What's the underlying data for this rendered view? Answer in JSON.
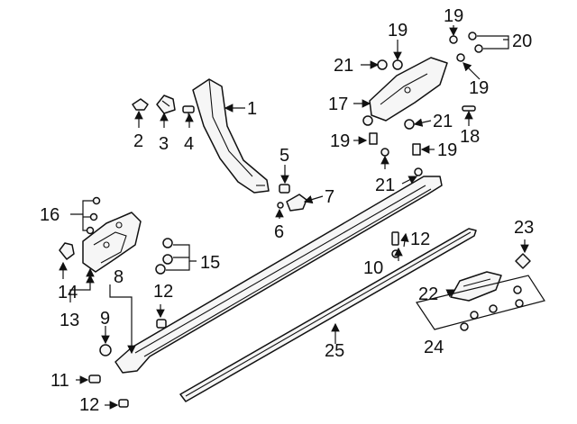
{
  "callouts": {
    "c1": "1",
    "c2": "2",
    "c3": "3",
    "c4": "4",
    "c5": "5",
    "c6": "6",
    "c7": "7",
    "c8": "8",
    "c9": "9",
    "c10": "10",
    "c11": "11",
    "c12a": "12",
    "c12b": "12",
    "c12c": "12",
    "c13": "13",
    "c14": "14",
    "c15": "15",
    "c16": "16",
    "c17": "17",
    "c18": "18",
    "c19a": "19",
    "c19b": "19",
    "c19c": "19",
    "c19d": "19",
    "c19e": "19",
    "c20": "20",
    "c21a": "21",
    "c21b": "21",
    "c21c": "21",
    "c22": "22",
    "c23": "23",
    "c24": "24",
    "c25": "25"
  },
  "colors": {
    "line": "#111111",
    "fill": "#f6f6f6",
    "background": "#ffffff"
  }
}
